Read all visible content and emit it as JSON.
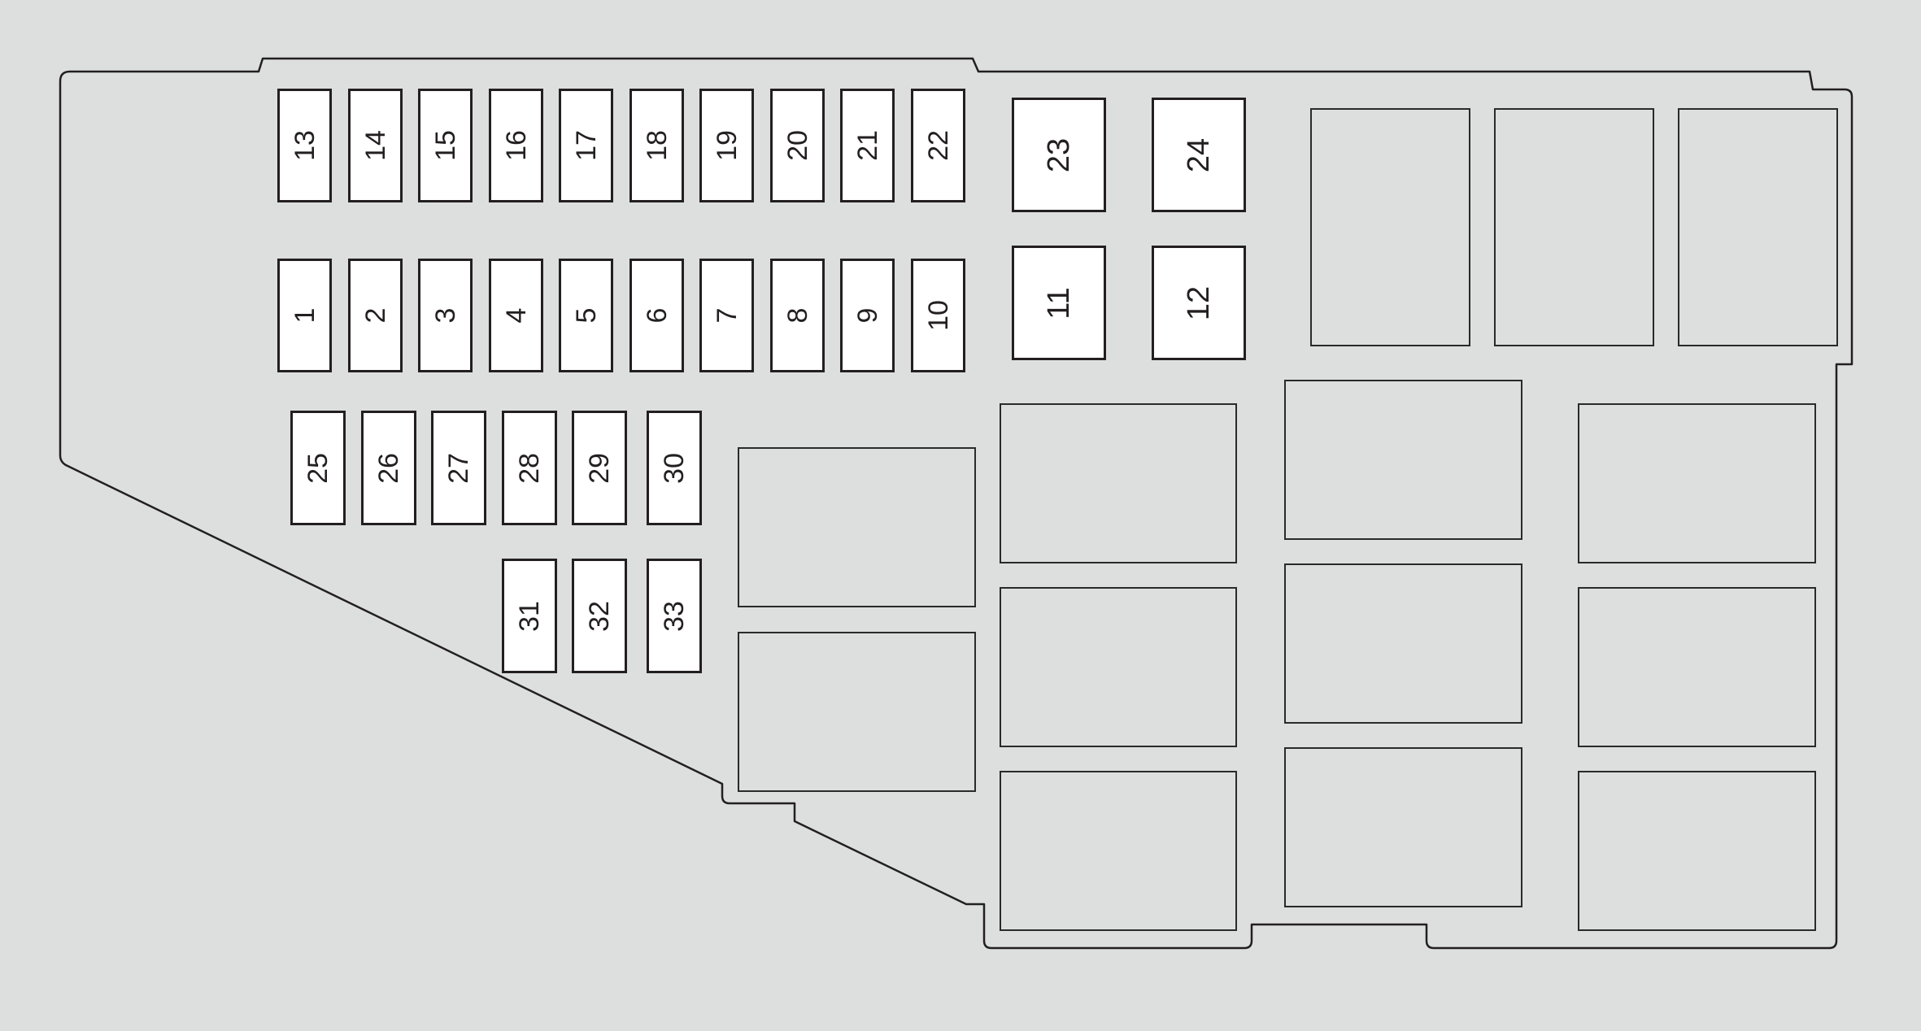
{
  "colors": {
    "background": "#dcdfde",
    "outline": "#231f20",
    "fuse_fill": "#ffffff"
  },
  "fuses": {
    "f1": "1",
    "f2": "2",
    "f3": "3",
    "f4": "4",
    "f5": "5",
    "f6": "6",
    "f7": "7",
    "f8": "8",
    "f9": "9",
    "f10": "10",
    "f11": "11",
    "f12": "12",
    "f13": "13",
    "f14": "14",
    "f15": "15",
    "f16": "16",
    "f17": "17",
    "f18": "18",
    "f19": "19",
    "f20": "20",
    "f21": "21",
    "f22": "22",
    "f23": "23",
    "f24": "24",
    "f25": "25",
    "f26": "26",
    "f27": "27",
    "f28": "28",
    "f29": "29",
    "f30": "30",
    "f31": "31",
    "f32": "32",
    "f33": "33"
  }
}
